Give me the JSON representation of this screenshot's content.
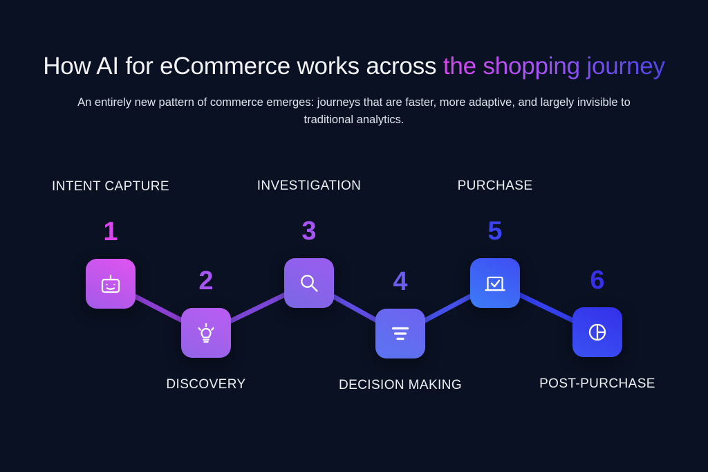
{
  "header": {
    "title_plain": "How AI for eCommerce works across ",
    "title_accent": "the shopping journey",
    "subtitle": "An entirely new pattern of commerce emerges: journeys that are faster, more adaptive, and largely invisible to traditional analytics."
  },
  "theme": {
    "background": "#0a1122",
    "glow": "#7a2ec8",
    "accent_start": "#d946ef",
    "accent_end": "#4f46e5",
    "text": "#eef1f6"
  },
  "journey": {
    "steps": [
      {
        "number": "1",
        "label": "INTENT CAPTURE",
        "icon": "robot-icon",
        "number_color": "#d946ef",
        "tile_from": "#e054f0",
        "tile_to": "#a25ae8",
        "position": "top"
      },
      {
        "number": "2",
        "label": "DISCOVERY",
        "icon": "lightbulb-icon",
        "number_color": "#a855f7",
        "tile_from": "#ba5df2",
        "tile_to": "#9264e6",
        "position": "bottom"
      },
      {
        "number": "3",
        "label": "INVESTIGATION",
        "icon": "magnifier-icon",
        "number_color": "#a855f7",
        "tile_from": "#9a5df0",
        "tile_to": "#7a68e4",
        "position": "top"
      },
      {
        "number": "4",
        "label": "DECISION MAKING",
        "icon": "filter-lines-icon",
        "number_color": "#6d5cf0",
        "tile_from": "#6f63f2",
        "tile_to": "#5a74ef",
        "position": "bottom"
      },
      {
        "number": "5",
        "label": "PURCHASE",
        "icon": "laptop-check-icon",
        "number_color": "#3c44ef",
        "tile_from": "#3f4df3",
        "tile_to": "#3d7cf6",
        "position": "top"
      },
      {
        "number": "6",
        "label": "POST-PURCHASE",
        "icon": "pie-chart-icon",
        "number_color": "#3730e8",
        "tile_from": "#3430ea",
        "tile_to": "#3a52f2",
        "position": "bottom"
      }
    ],
    "connectors": [
      {
        "from": "1",
        "to": "2",
        "color": "#8b3fd1"
      },
      {
        "from": "2",
        "to": "3",
        "color": "#7b46d6"
      },
      {
        "from": "3",
        "to": "4",
        "color": "#5f4ce0"
      },
      {
        "from": "4",
        "to": "5",
        "color": "#4550e8"
      },
      {
        "from": "5",
        "to": "6",
        "color": "#3440ea"
      }
    ]
  }
}
